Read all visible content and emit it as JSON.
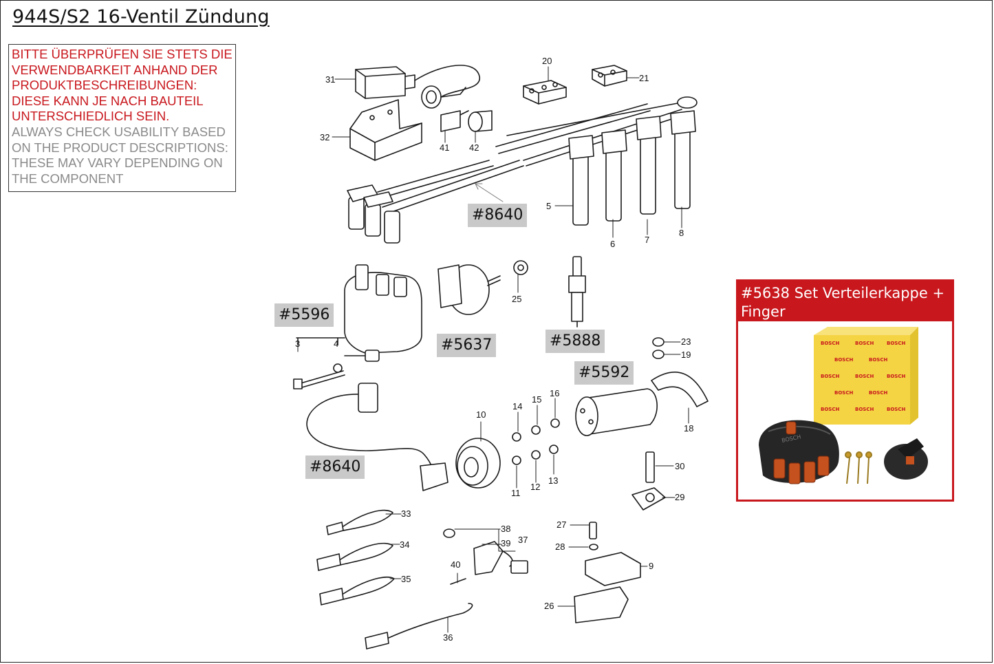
{
  "title": "944S/S2 16-Ventil Zündung",
  "notice": {
    "de_lines": [
      "BITTE ÜBERPRÜFEN SIE STETS DIE",
      "VERWENDBARKEIT ANHAND DER",
      "PRODUKTBESCHREIBUNGEN:",
      "DIESE KANN JE NACH BAUTEIL",
      "UNTERSCHIEDLICH SEIN."
    ],
    "en_lines": [
      "ALWAYS CHECK USABILITY BASED",
      "ON THE PRODUCT DESCRIPTIONS:",
      "THESE MAY VARY DEPENDING ON",
      "THE COMPONENT"
    ]
  },
  "tags": {
    "t8640_top": "#8640",
    "t5596": "#5596",
    "t5637": "#5637",
    "t5888": "#5888",
    "t5592": "#5592",
    "t8640_bottom": "#8640"
  },
  "promo": {
    "title": "#5638 Set Verteilerkappe + Finger",
    "box_brand": "BOSCH",
    "cap_brand": "BOSCH"
  },
  "part_numbers": {
    "p31": "31",
    "p32": "32",
    "p20": "20",
    "p21": "21",
    "p41": "41",
    "p42": "42",
    "p5": "5",
    "p6": "6",
    "p7": "7",
    "p8": "8",
    "p25": "25",
    "p3": "3",
    "p4": "4",
    "p23": "23",
    "p19": "19",
    "p18": "18",
    "p10": "10",
    "p14": "14",
    "p15": "15",
    "p16": "16",
    "p11": "11",
    "p12": "12",
    "p13": "13",
    "p30": "30",
    "p29": "29",
    "p33": "33",
    "p34": "34",
    "p35": "35",
    "p36": "36",
    "p38": "38",
    "p37": "37",
    "p39": "39",
    "p40": "40",
    "p27": "27",
    "p28": "28",
    "p9": "9",
    "p26": "26"
  },
  "colors": {
    "accent_red": "#c8171d",
    "notice_grey": "#8a8a8a",
    "tag_grey": "#c9c9c9",
    "bosch_yellow": "#f4d443",
    "rotor_orange": "#c4511e"
  }
}
